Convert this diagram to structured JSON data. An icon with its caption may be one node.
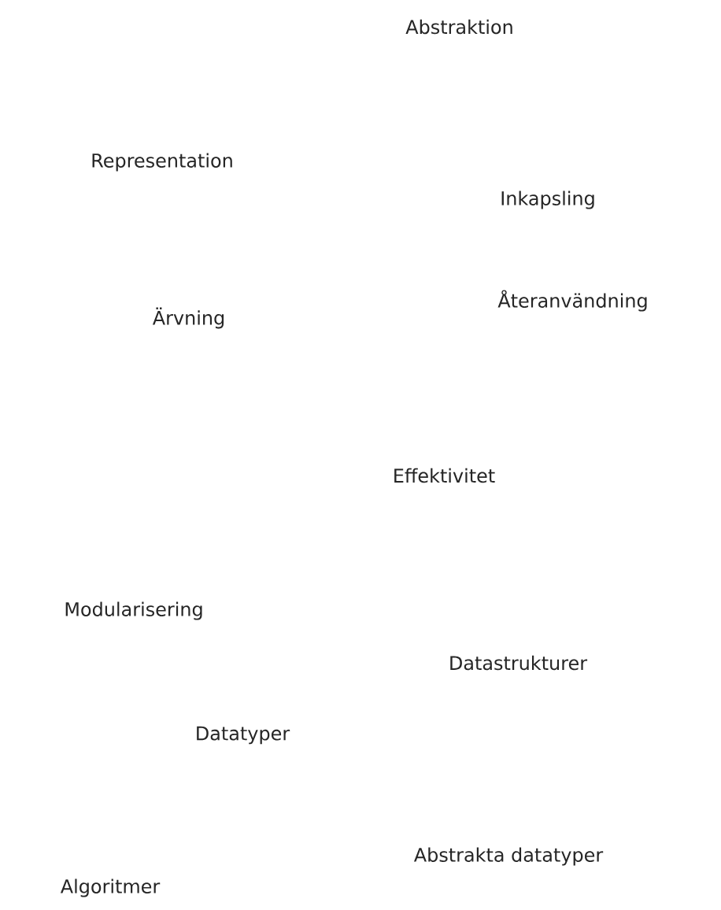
{
  "diagram": {
    "labels": [
      "Abstraktion",
      "Representation",
      "Inkapsling",
      "Återanvändning",
      "Ärvning",
      "Effektivitet",
      "Modularisering",
      "Datastrukturer",
      "Datatyper",
      "Abstrakta datatyper",
      "Algoritmer"
    ]
  }
}
